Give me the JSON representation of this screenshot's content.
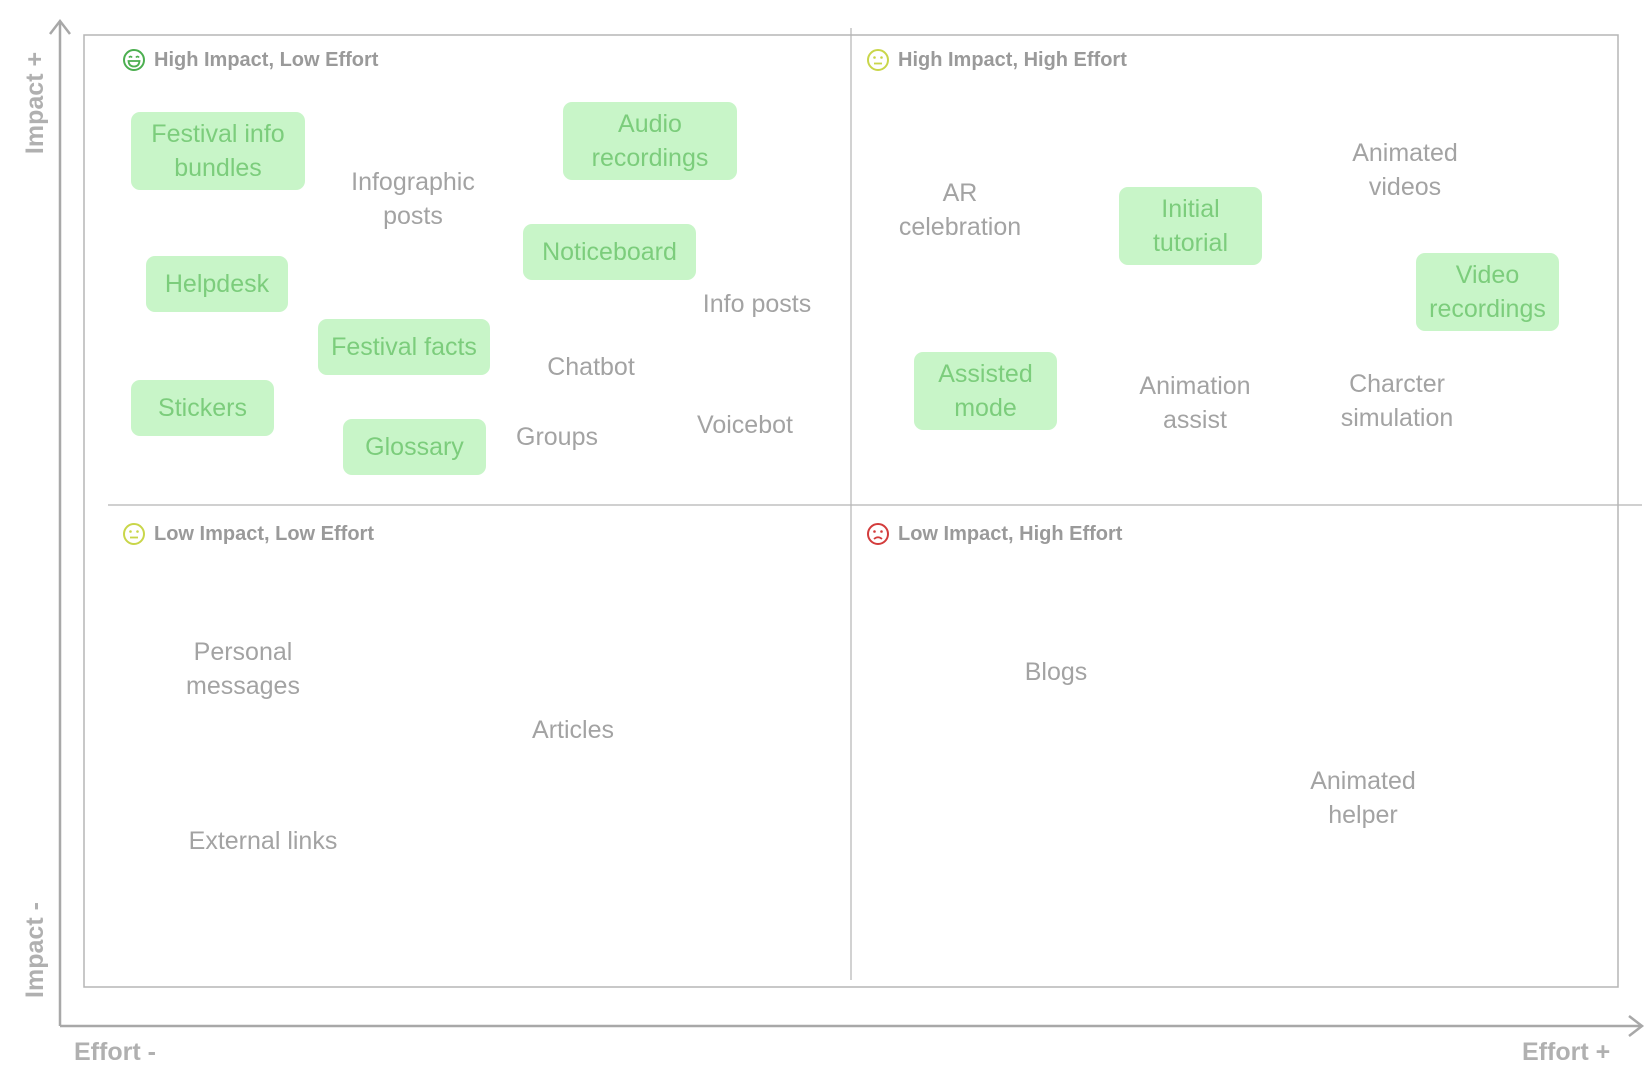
{
  "axes": {
    "impact_high": "Impact +",
    "impact_low": "Impact -",
    "effort_low": "Effort -",
    "effort_high": "Effort +"
  },
  "colors": {
    "highlight_bg": "#c8f5c8",
    "highlight_text": "#7ccd7c",
    "plain_text": "#a3a3a3",
    "happy_icon": "#4caf50",
    "neutral_icon": "#c9d64a",
    "sad_icon": "#d33c3c"
  },
  "quadrants": {
    "q1": {
      "title": "High Impact, Low Effort",
      "icon": "grinning-face-icon"
    },
    "q2": {
      "title": "High Impact, High Effort",
      "icon": "neutral-face-icon"
    },
    "q3": {
      "title": "Low Impact, Low Effort",
      "icon": "neutral-face-icon"
    },
    "q4": {
      "title": "Low Impact, High Effort",
      "icon": "sad-face-icon"
    }
  },
  "items": {
    "festival_info_bundles": "Festival info\nbundles",
    "audio_recordings": "Audio\nrecordings",
    "infographic_posts": "Infographic\nposts",
    "noticeboard": "Noticeboard",
    "helpdesk": "Helpdesk",
    "info_posts": "Info posts",
    "festival_facts": "Festival facts",
    "chatbot": "Chatbot",
    "stickers": "Stickers",
    "glossary": "Glossary",
    "groups": "Groups",
    "voicebot": "Voicebot",
    "animated_videos": "Animated\nvideos",
    "ar_celebration": "AR\ncelebration",
    "initial_tutorial": "Initial\ntutorial",
    "video_recordings": "Video\nrecordings",
    "assisted_mode": "Assisted\nmode",
    "animation_assist": "Animation\nassist",
    "charcter_simulation": "Charcter\nsimulation",
    "personal_messages": "Personal\nmessages",
    "articles": "Articles",
    "external_links": "External links",
    "blogs": "Blogs",
    "animated_helper": "Animated\nhelper"
  }
}
